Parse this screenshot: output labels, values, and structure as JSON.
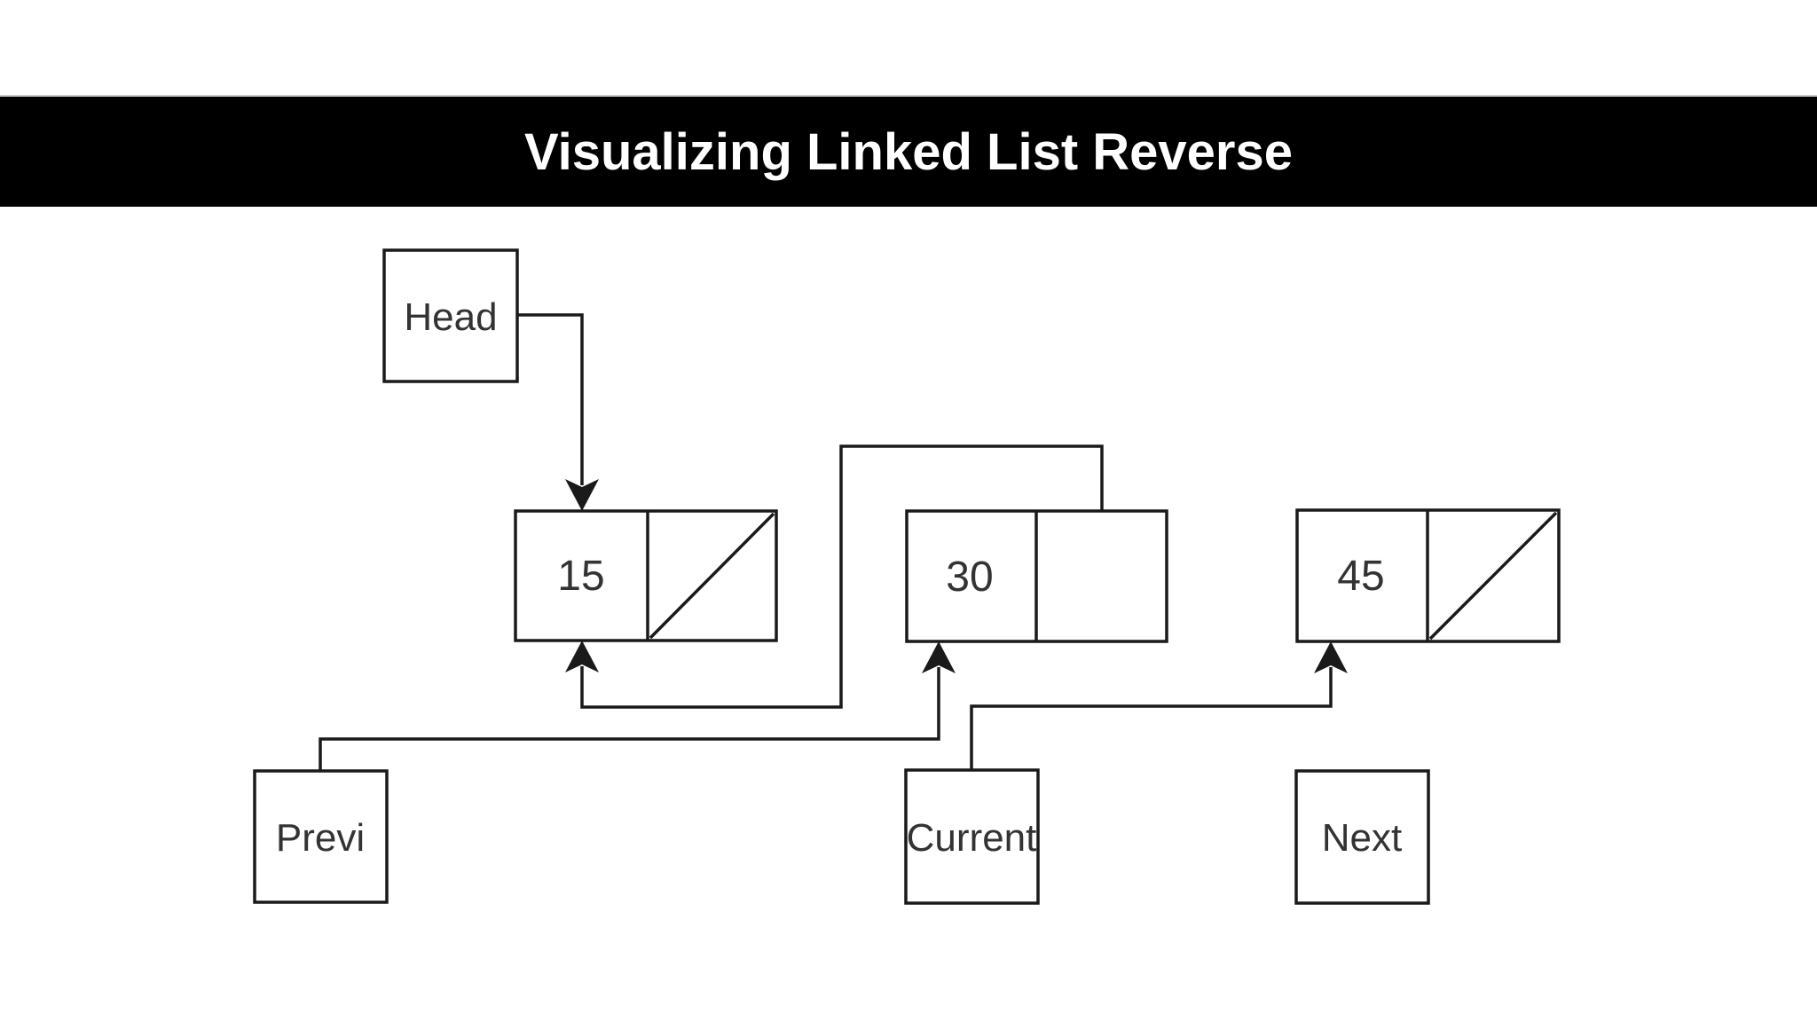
{
  "title": "Visualizing Linked List Reverse",
  "colors": {
    "title_bar_bg": "#000000",
    "title_text": "#ffffff",
    "canvas_bg": "#ffffff",
    "line": "#1a1a1a",
    "box_text": "#333333"
  },
  "diagram": {
    "head": {
      "label": "Head"
    },
    "nodes": [
      {
        "value": "15",
        "pointer": "null",
        "null_slash": true
      },
      {
        "value": "30",
        "pointer": "node-15",
        "null_slash": false
      },
      {
        "value": "45",
        "pointer": "null",
        "null_slash": true
      }
    ],
    "pointers": {
      "prev": {
        "label": "Previ",
        "points_to": "node-30"
      },
      "current": {
        "label": "Current",
        "points_to": "node-45"
      },
      "next": {
        "label": "Next",
        "points_to": "none"
      }
    },
    "edges": [
      {
        "from": "head-box",
        "to": "node-15-top"
      },
      {
        "from": "node-30-pointer",
        "to": "node-15-bottom"
      },
      {
        "from": "prev-box",
        "to": "node-30-bottom"
      },
      {
        "from": "current-box",
        "to": "node-45-bottom"
      }
    ]
  }
}
